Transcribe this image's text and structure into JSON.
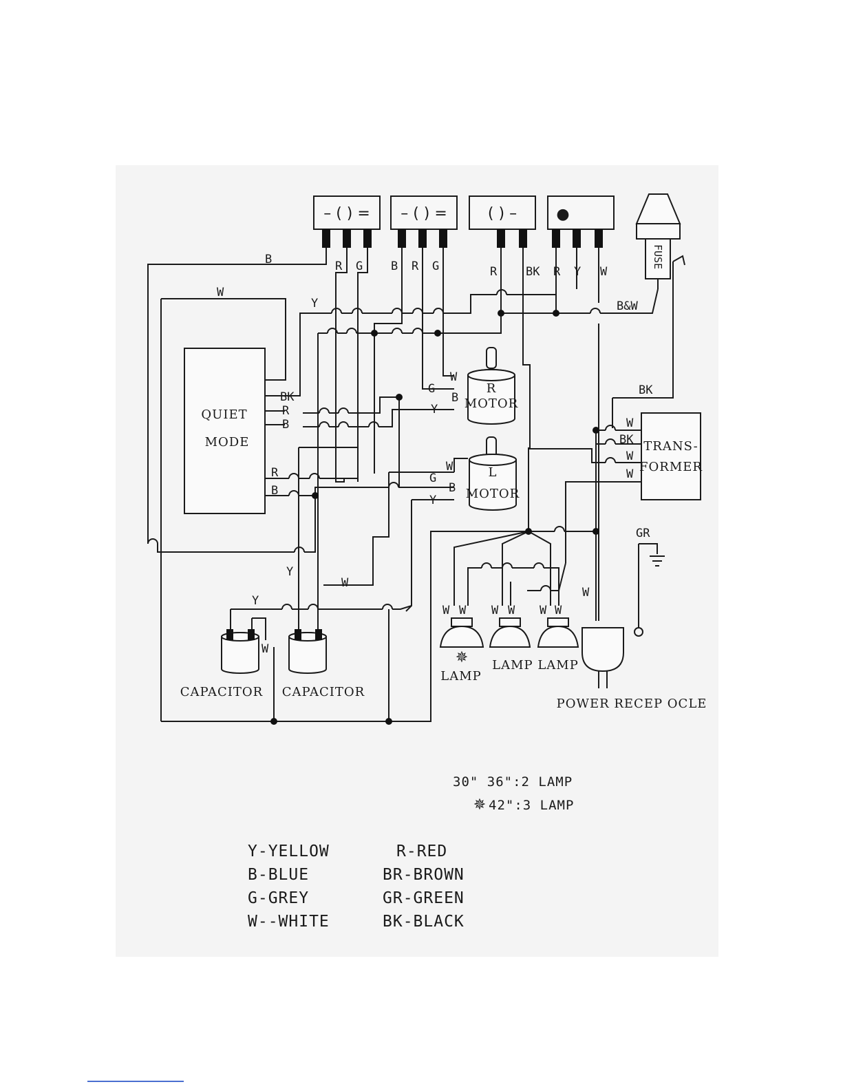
{
  "switches": [
    {
      "symbol": "– ( ) ="
    },
    {
      "symbol": "– ( ) ="
    },
    {
      "symbol": "( )   –"
    },
    {
      "symbol": "●"
    }
  ],
  "fuse": {
    "label": "FUSE"
  },
  "components": {
    "quiet_mode_line1": "QUIET",
    "quiet_mode_line2": "MODE",
    "r_motor_line1": "R",
    "r_motor_line2": "MOTOR",
    "l_motor_line1": "L",
    "l_motor_line2": "MOTOR",
    "transformer_line1": "TRANS-",
    "transformer_line2": "FORMER",
    "capacitor_left": "CAPACITOR",
    "capacitor_right": "CAPACITOR",
    "lamp_left": "LAMP",
    "lamp_mid_right": "LAMP LAMP",
    "power_receptacle": "POWER RECEP OCLE"
  },
  "wire_labels": {
    "b_top": "B",
    "w_top": "W",
    "y_top": "Y",
    "s1_r": "R",
    "s1_g": "G",
    "s2_b": "B",
    "s2_r": "R",
    "s2_g": "G",
    "s3_r": "R",
    "s3_bk": "BK",
    "s4_r": "R",
    "s4_y": "Y",
    "s4_w": "W",
    "bw": "B&W",
    "qm_bk": "BK",
    "qm_r": "R",
    "qm_b": "B",
    "qm_r2": "R",
    "qm_b2": "B",
    "rm_w": "W",
    "rm_g": "G",
    "rm_b": "B",
    "rm_y": "Y",
    "lm_w": "W",
    "lm_g": "G",
    "lm_b": "B",
    "lm_y": "Y",
    "tr_bk_top": "BK",
    "tr_w1": "W",
    "tr_bk": "BK",
    "tr_w2": "W",
    "tr_w3": "W",
    "gr": "GR",
    "y_mid": "Y",
    "w_mid": "W",
    "y_cap": "Y",
    "cap_w": "W",
    "lamp1_w1": "W",
    "lamp1_w2": "W",
    "lamp2_w1": "W",
    "lamp2_w2": "W",
    "lamp3_w1": "W",
    "lamp3_w2": "W",
    "w_recep": "W"
  },
  "notes": {
    "line1": "30\"  36\":2  LAMP",
    "line2": "42\":3  LAMP"
  },
  "legend": [
    {
      "left": "Y-YELLOW",
      "right": "R-RED"
    },
    {
      "left": "B-BLUE",
      "right": "BR-BROWN"
    },
    {
      "left": "G-GREY",
      "right": "GR-GREEN"
    },
    {
      "left": "W--WHITE",
      "right": "BK-BLACK"
    }
  ]
}
